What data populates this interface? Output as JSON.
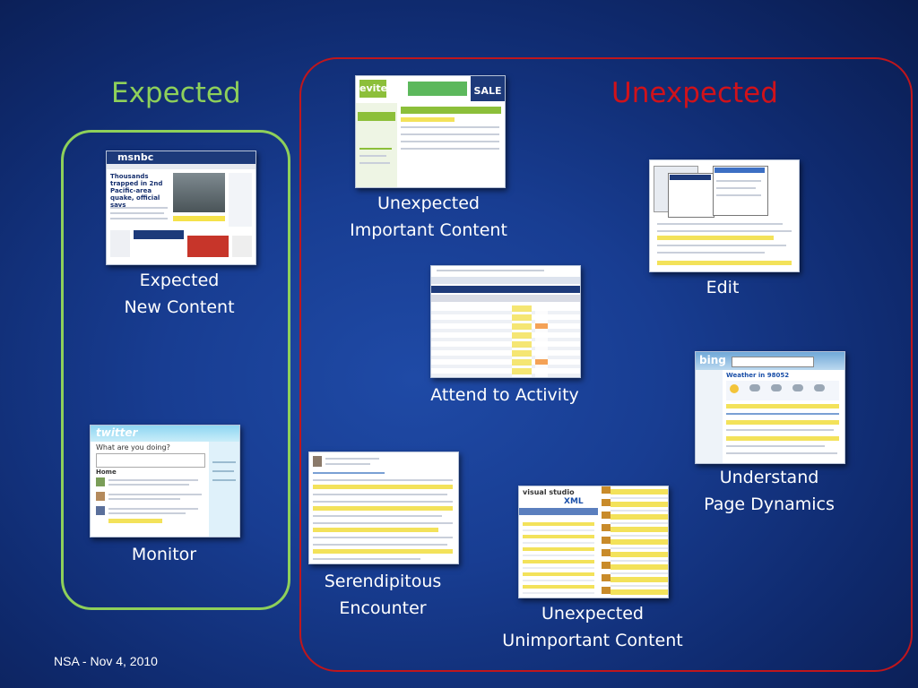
{
  "headings": {
    "expected": "Expected",
    "unexpected": "Unexpected"
  },
  "colors": {
    "expected_accent": "#8ed05a",
    "unexpected_accent": "#d0121a",
    "background": "#183d92"
  },
  "thumbnails": {
    "msnbc": {
      "logo": "msnbc",
      "headline": "Thousands trapped in 2nd Pacific-area quake, official says",
      "caption": "Expected\nNew Content"
    },
    "twitter": {
      "logo": "twitter",
      "prompt": "What are you doing?",
      "section": "Home",
      "caption": "Monitor"
    },
    "evite": {
      "logo": "evite",
      "ad": "SALE",
      "caption": "Unexpected\nImportant Content"
    },
    "forum": {
      "caption": "Attend to Activity"
    },
    "edit": {
      "caption": "Edit"
    },
    "bing": {
      "logo": "bing",
      "title": "Weather in 98052",
      "caption": "Understand\nPage Dynamics"
    },
    "paper": {
      "caption": "Serendipitous\nEncounter"
    },
    "visualstudio": {
      "title": "visual studio",
      "subtitle": "XML",
      "caption": "Unexpected\nUnimportant Content"
    }
  },
  "footer": "NSA - Nov 4, 2010"
}
